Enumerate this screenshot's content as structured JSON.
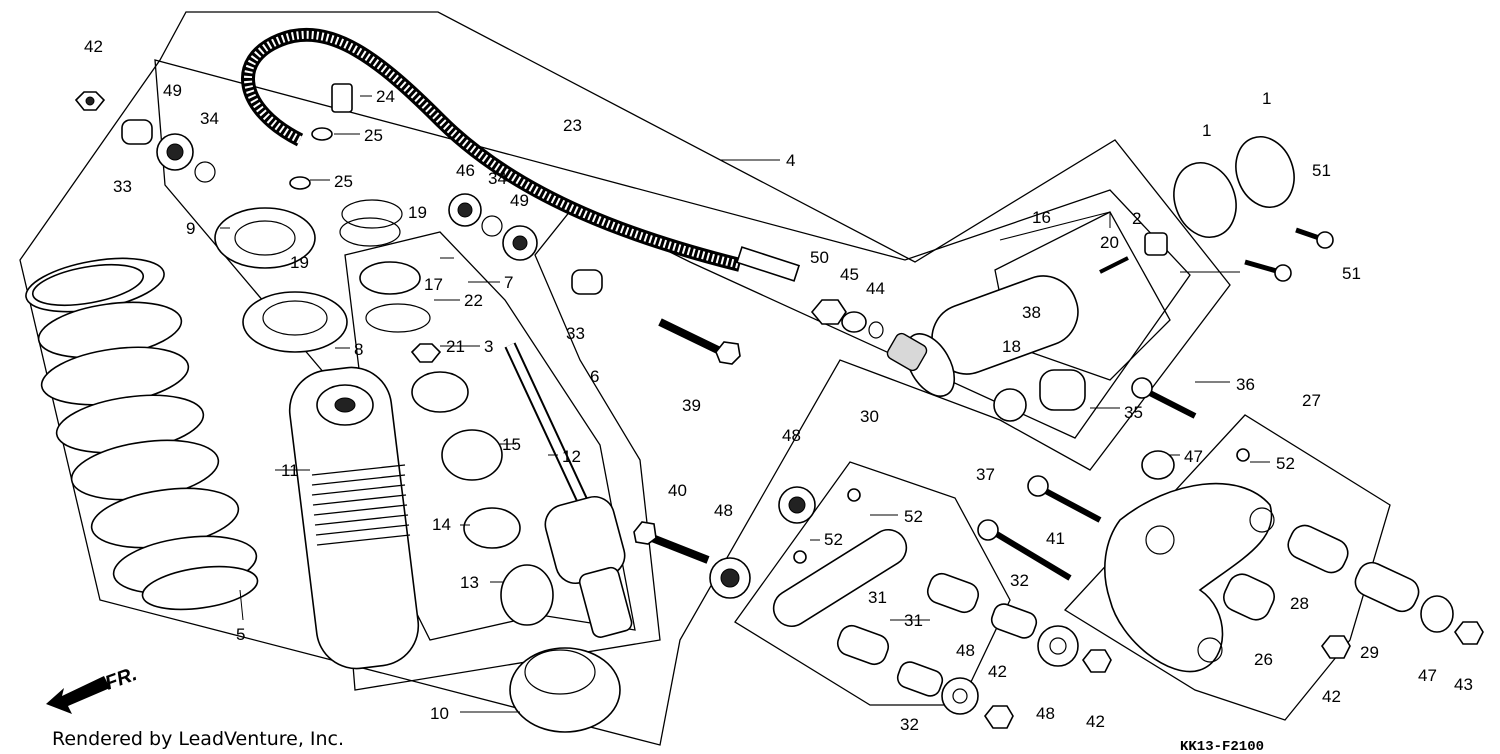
{
  "footer": {
    "credit": "Rendered by LeadVenture, Inc.",
    "code": "KK13-F2100",
    "direction": "FR."
  },
  "callouts": {
    "c1a": "1",
    "c1b": "1",
    "c2": "2",
    "c3": "3",
    "c4": "4",
    "c5": "5",
    "c6": "6",
    "c7": "7",
    "c8": "8",
    "c9": "9",
    "c10": "10",
    "c11": "11",
    "c12": "12",
    "c13": "13",
    "c14": "14",
    "c15": "15",
    "c16": "16",
    "c17": "17",
    "c18": "18",
    "c19a": "19",
    "c19b": "19",
    "c20": "20",
    "c21": "21",
    "c22": "22",
    "c23": "23",
    "c24": "24",
    "c25a": "25",
    "c25b": "25",
    "c26": "26",
    "c27": "27",
    "c28": "28",
    "c29": "29",
    "c30": "30",
    "c31a": "31",
    "c31b": "31",
    "c32a": "32",
    "c32b": "32",
    "c33a": "33",
    "c33b": "33",
    "c34a": "34",
    "c34b": "34",
    "c35": "35",
    "c36": "36",
    "c37": "37",
    "c38": "38",
    "c39": "39",
    "c40": "40",
    "c41": "41",
    "c42a": "42",
    "c42b": "42",
    "c42c": "42",
    "c42d": "42",
    "c43": "43",
    "c44": "44",
    "c45": "45",
    "c46": "46",
    "c47a": "47",
    "c47b": "47",
    "c48a": "48",
    "c48b": "48",
    "c48c": "48",
    "c48d": "48",
    "c49a": "49",
    "c49b": "49",
    "c50": "50",
    "c51a": "51",
    "c51b": "51",
    "c52a": "52",
    "c52b": "52",
    "c52c": "52"
  }
}
